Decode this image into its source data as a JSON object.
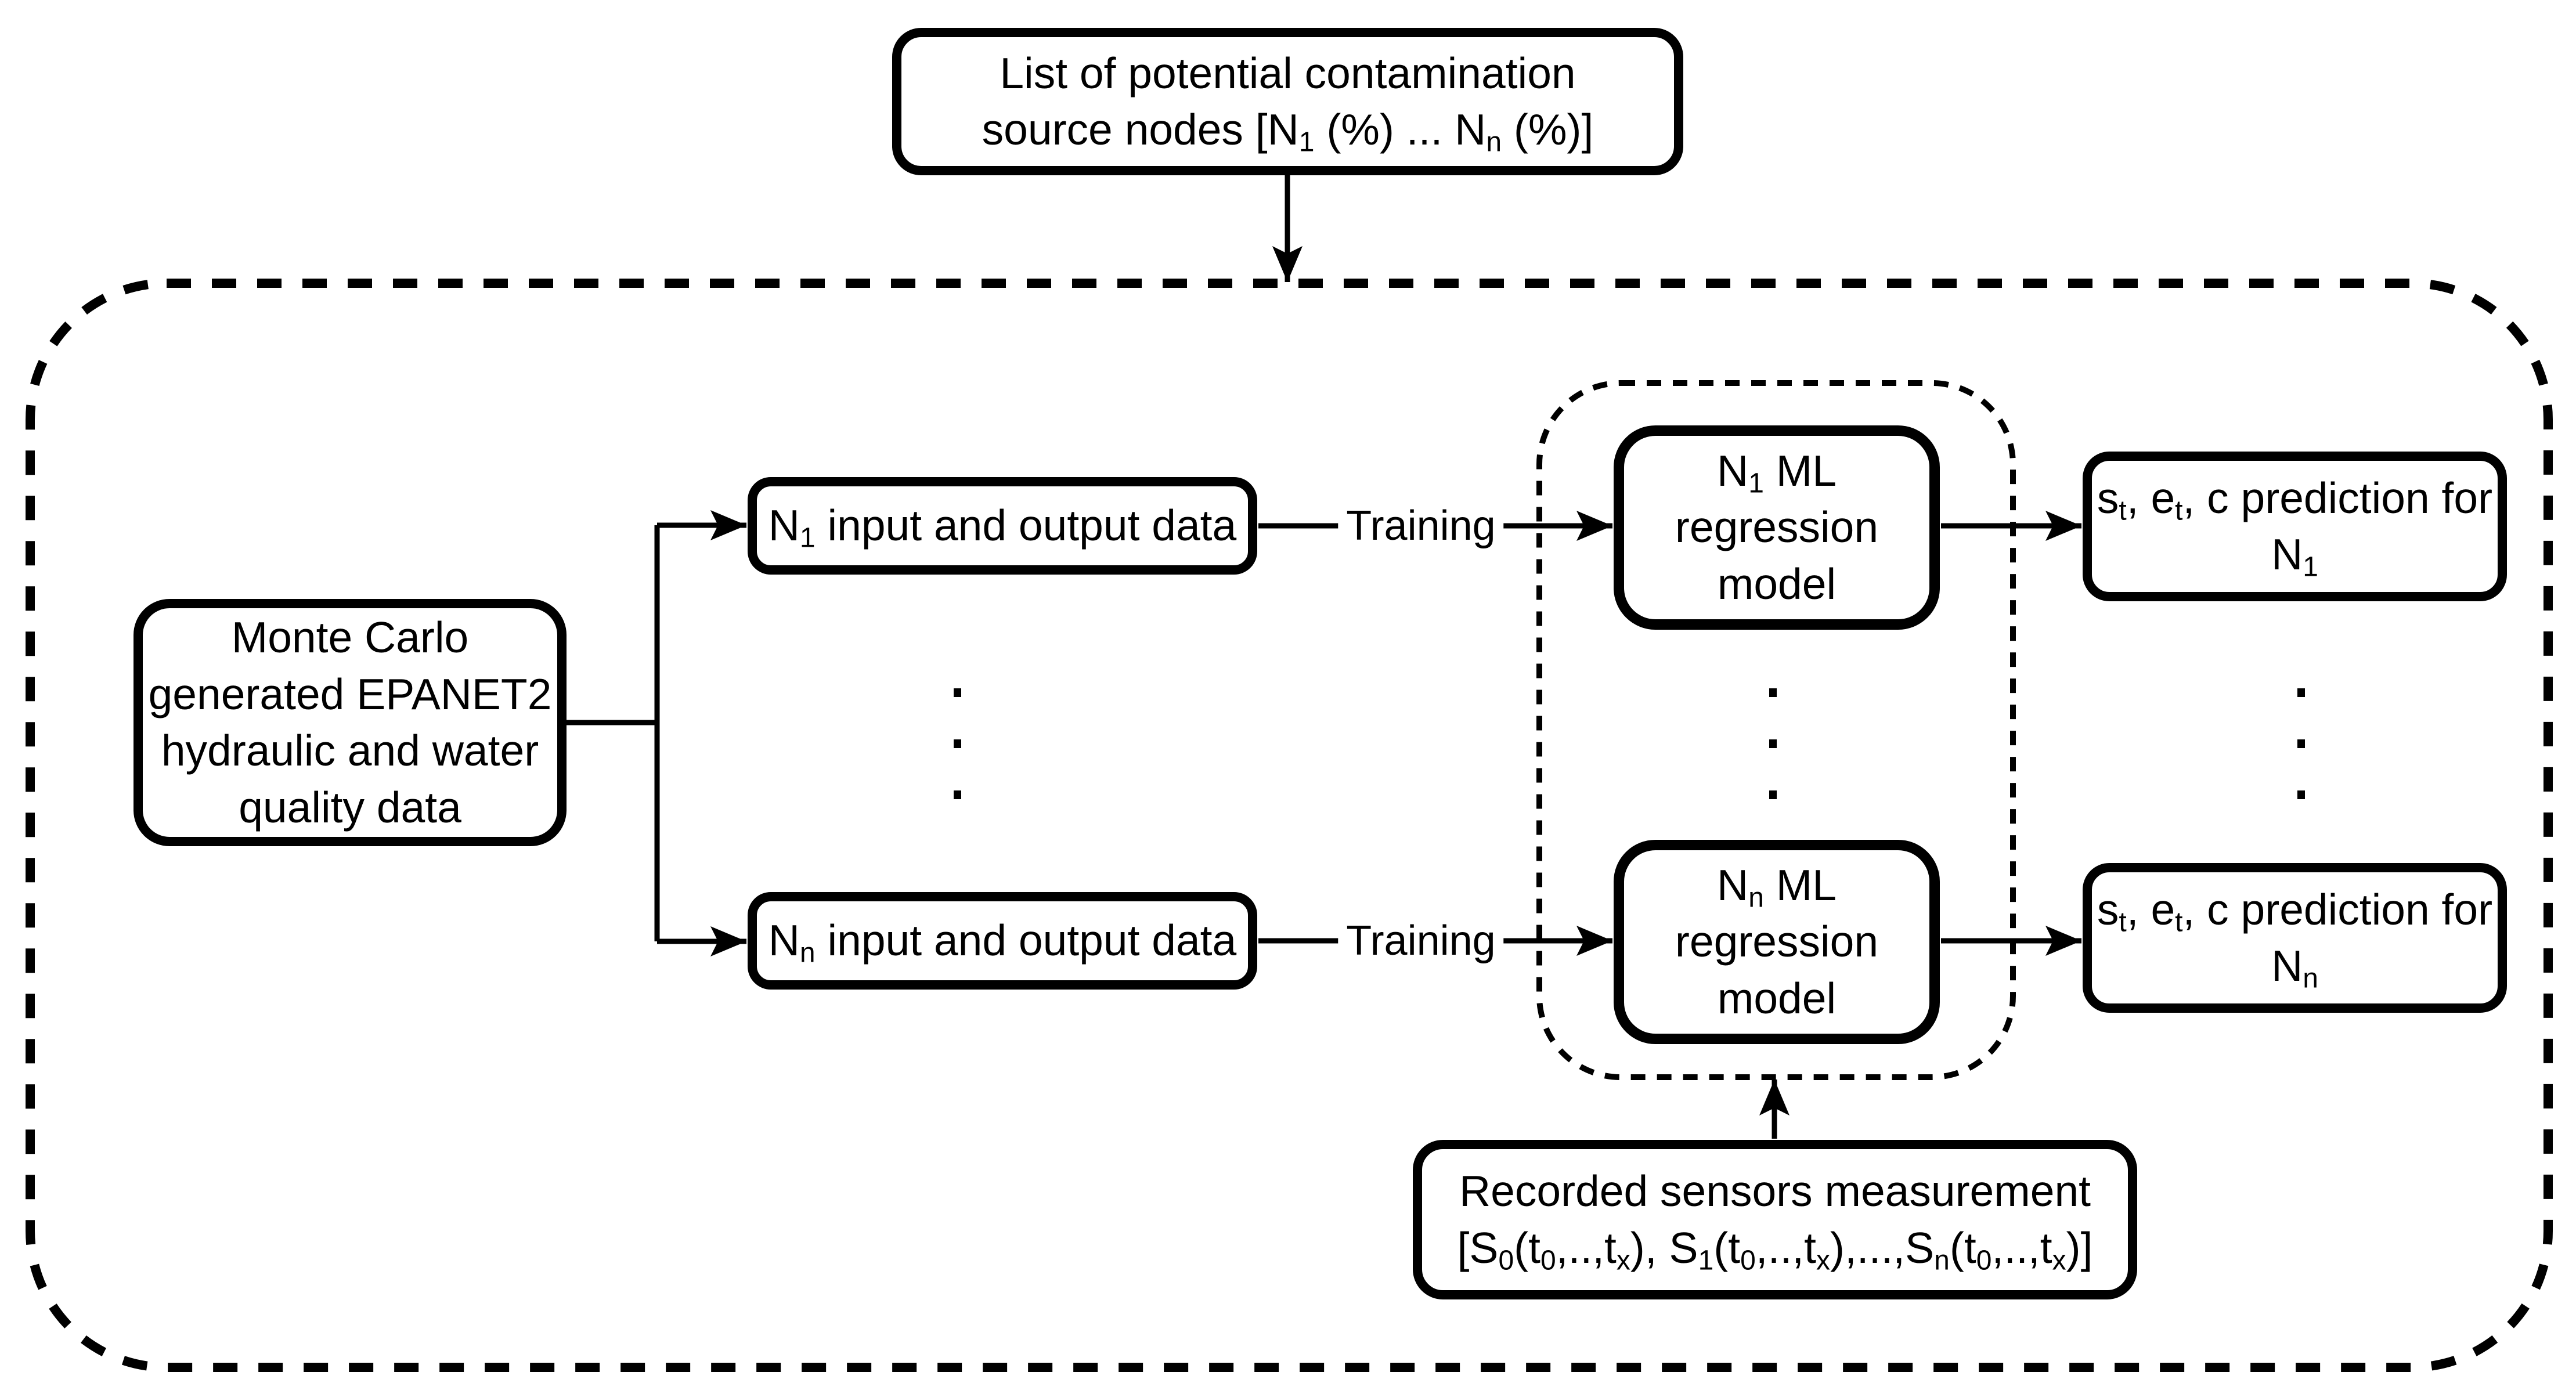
{
  "colors": {
    "ink": "#000000",
    "background": "#ffffff"
  },
  "diagram": {
    "top_box": {
      "lines": [
        [
          {
            "t": "List of potential contamination"
          }
        ],
        [
          {
            "t": "source nodes [N"
          },
          {
            "t": "1",
            "sub": true
          },
          {
            "t": " (%) ... N"
          },
          {
            "t": "n",
            "sub": true
          },
          {
            "t": " (%)]"
          }
        ]
      ]
    },
    "monte_carlo_box": {
      "lines": [
        [
          {
            "t": "Monte Carlo"
          }
        ],
        [
          {
            "t": "generated EPANET2"
          }
        ],
        [
          {
            "t": "hydraulic and water"
          }
        ],
        [
          {
            "t": "quality data"
          }
        ]
      ]
    },
    "n1_input_box": {
      "label": [
        {
          "t": "N"
        },
        {
          "t": "1",
          "sub": true
        },
        {
          "t": " input and output data"
        }
      ]
    },
    "nn_input_box": {
      "label": [
        {
          "t": "N"
        },
        {
          "t": "n",
          "sub": true
        },
        {
          "t": " input and output data"
        }
      ]
    },
    "training_labels": {
      "first": "Training",
      "second": "Training"
    },
    "ml_group": {
      "n1_ml_box": {
        "lines": [
          [
            {
              "t": "N"
            },
            {
              "t": "1",
              "sub": true
            },
            {
              "t": " ML"
            }
          ],
          [
            {
              "t": "regression"
            }
          ],
          [
            {
              "t": "model"
            }
          ]
        ]
      },
      "nn_ml_box": {
        "lines": [
          [
            {
              "t": "N"
            },
            {
              "t": "n",
              "sub": true
            },
            {
              "t": " ML"
            }
          ],
          [
            {
              "t": "regression"
            }
          ],
          [
            {
              "t": "model"
            }
          ]
        ]
      }
    },
    "prediction_box_1": {
      "lines": [
        [
          {
            "t": "s"
          },
          {
            "t": "t",
            "sub": true
          },
          {
            "t": ", e"
          },
          {
            "t": "t",
            "sub": true
          },
          {
            "t": ", c prediction for"
          }
        ],
        [
          {
            "t": "N"
          },
          {
            "t": "1",
            "sub": true
          }
        ]
      ]
    },
    "prediction_box_n": {
      "lines": [
        [
          {
            "t": "s"
          },
          {
            "t": "t",
            "sub": true
          },
          {
            "t": ", e"
          },
          {
            "t": "t",
            "sub": true
          },
          {
            "t": ", c prediction for"
          }
        ],
        [
          {
            "t": "N"
          },
          {
            "t": "n",
            "sub": true
          }
        ]
      ]
    },
    "recorded_box": {
      "lines": [
        [
          {
            "t": "Recorded sensors measurement"
          }
        ],
        [
          {
            "t": "[S"
          },
          {
            "t": "0",
            "sub": true
          },
          {
            "t": "(t"
          },
          {
            "t": "0",
            "sub": true
          },
          {
            "t": ",..,t"
          },
          {
            "t": "x",
            "sub": true
          },
          {
            "t": "), S"
          },
          {
            "t": "1",
            "sub": true
          },
          {
            "t": "(t"
          },
          {
            "t": "0",
            "sub": true
          },
          {
            "t": ",..,t"
          },
          {
            "t": "x",
            "sub": true
          },
          {
            "t": "),...,S"
          },
          {
            "t": "n",
            "sub": true
          },
          {
            "t": "(t"
          },
          {
            "t": "0",
            "sub": true
          },
          {
            "t": ",..,t"
          },
          {
            "t": "x",
            "sub": true
          },
          {
            "t": ")]"
          }
        ]
      ]
    }
  }
}
